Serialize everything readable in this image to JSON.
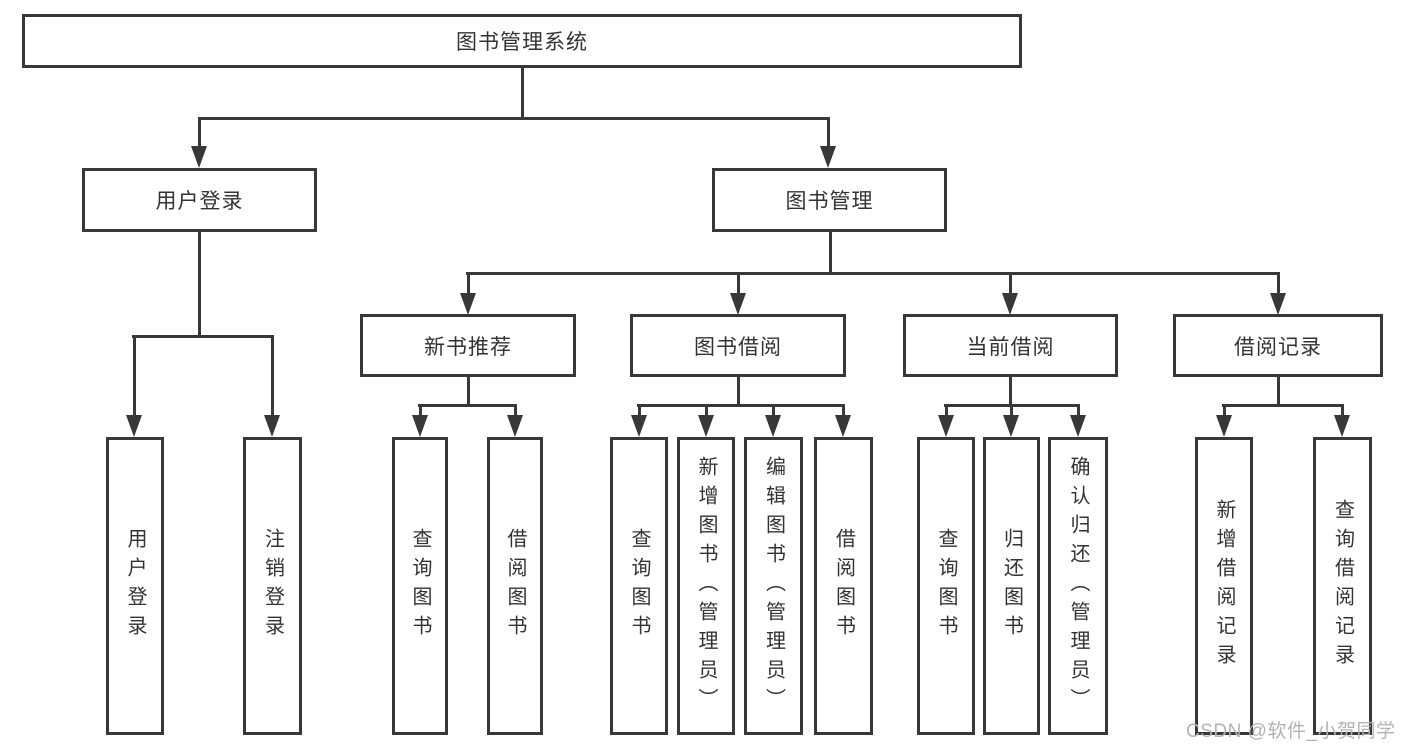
{
  "tree": {
    "label": "图书管理系统",
    "children": [
      {
        "label": "用户登录",
        "children": [
          {
            "label": "用户登录"
          },
          {
            "label": "注销登录"
          }
        ]
      },
      {
        "label": "图书管理",
        "children": [
          {
            "label": "新书推荐",
            "children": [
              {
                "label": "查询图书"
              },
              {
                "label": "借阅图书"
              }
            ]
          },
          {
            "label": "图书借阅",
            "children": [
              {
                "label": "查询图书"
              },
              {
                "label": "新增图书（管理员）"
              },
              {
                "label": "编辑图书（管理员）"
              },
              {
                "label": "借阅图书"
              }
            ]
          },
          {
            "label": "当前借阅",
            "children": [
              {
                "label": "查询图书"
              },
              {
                "label": "归还图书"
              },
              {
                "label": "确认归还（管理员）"
              }
            ]
          },
          {
            "label": "借阅记录",
            "children": [
              {
                "label": "新增借阅记录"
              },
              {
                "label": "查询借阅记录"
              }
            ]
          }
        ]
      }
    ]
  },
  "watermark": {
    "text": "CSDN @软件_小贺同学"
  },
  "colors": {
    "line": "#383838",
    "text": "#333333",
    "box_fill": "#ffffff",
    "watermark": "#b3b3b3",
    "background": "#ffffff"
  }
}
